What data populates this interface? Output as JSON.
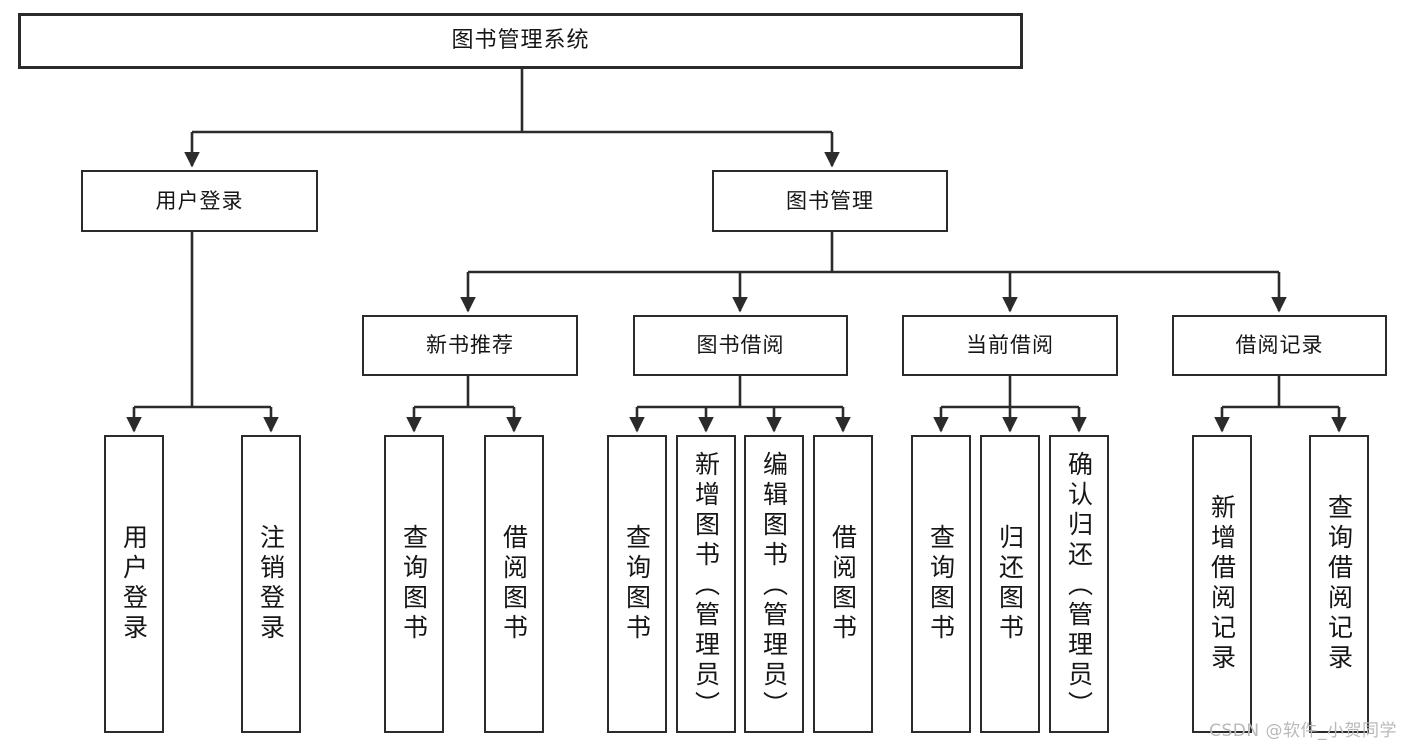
{
  "diagram": {
    "title": "图书管理系统",
    "type": "tree-hierarchy",
    "watermark": "CSDN @软件_小贺同学",
    "colors": {
      "background": "#ffffff",
      "box_border": "#2b2b2b",
      "box_fill": "#ffffff",
      "text": "#161616",
      "edge": "#2b2b2b",
      "watermark": "#b9b9b9"
    },
    "nodes": {
      "root": {
        "label": "图书管理系统"
      },
      "level2": [
        {
          "label": "用户登录"
        },
        {
          "label": "图书管理"
        }
      ],
      "level3": [
        {
          "label": "新书推荐"
        },
        {
          "label": "图书借阅"
        },
        {
          "label": "当前借阅"
        },
        {
          "label": "借阅记录"
        }
      ],
      "leaves": {
        "user_login": [
          {
            "label": "用户登录"
          },
          {
            "label": "注销登录"
          }
        ],
        "new_book_recommend": [
          {
            "label": "查询图书"
          },
          {
            "label": "借阅图书"
          }
        ],
        "book_borrow": [
          {
            "label": "查询图书"
          },
          {
            "label": "新增图书（管理员）"
          },
          {
            "label": "编辑图书（管理员）"
          },
          {
            "label": "借阅图书"
          }
        ],
        "current_borrow": [
          {
            "label": "查询图书"
          },
          {
            "label": "归还图书"
          },
          {
            "label": "确认归还（管理员）"
          }
        ],
        "borrow_record": [
          {
            "label": "新增借阅记录"
          },
          {
            "label": "查询借阅记录"
          }
        ]
      }
    }
  }
}
